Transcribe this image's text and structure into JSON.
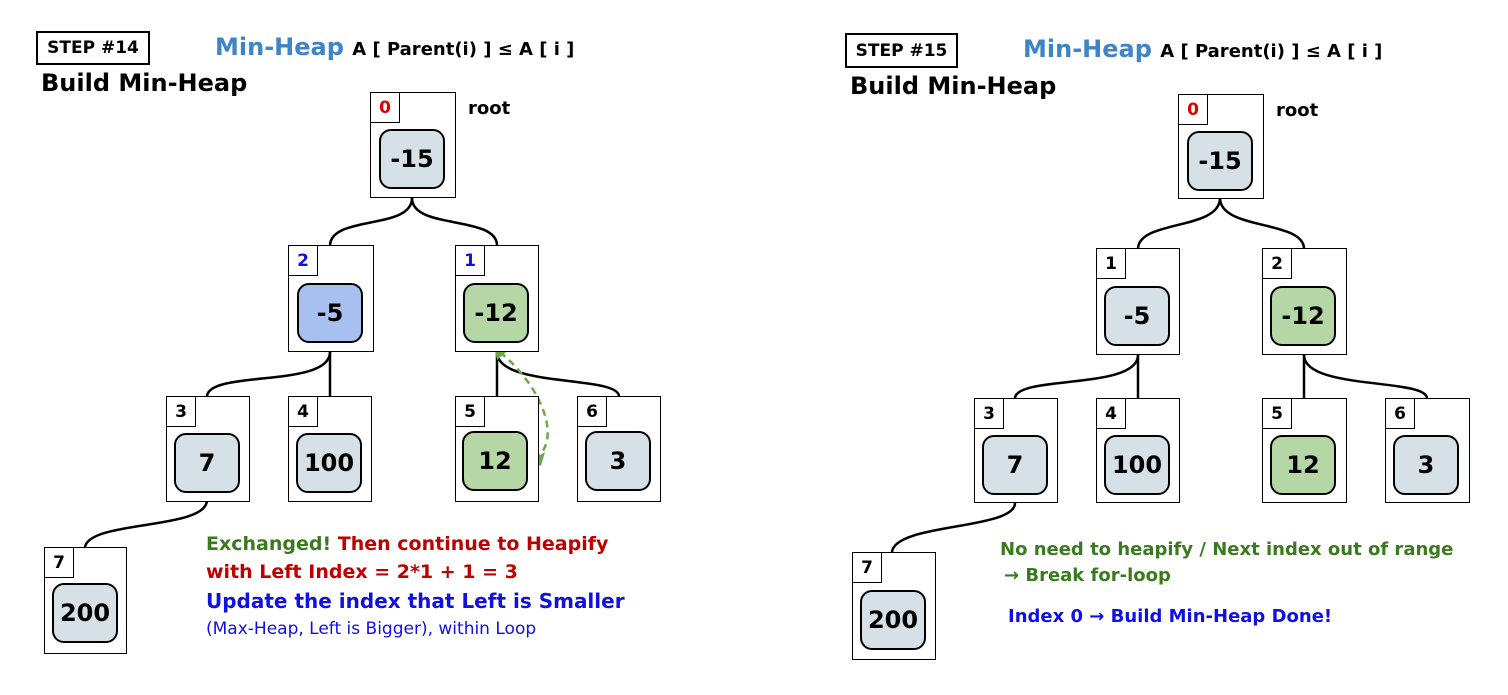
{
  "colors": {
    "title_blue": "#3f84c4",
    "index_red": "#e00000",
    "index_blue": "#1010e0",
    "node_gray": "#d5e1e6",
    "node_blue": "#a8c0f0",
    "node_green": "#b5d7a5",
    "note_green": "#3b7a1e",
    "note_red": "#c00000",
    "note_blue": "#1010e0",
    "arrow_green": "#6aaa4a"
  },
  "left": {
    "step": "STEP #14",
    "title": "Min-Heap",
    "formula": "A [ Parent(i) ] ≤ A [ i ]",
    "subtitle": "Build Min-Heap",
    "root_label": "root",
    "nodes": [
      {
        "index": "0",
        "value": "-15"
      },
      {
        "index": "2",
        "value": "-5"
      },
      {
        "index": "1",
        "value": "-12"
      },
      {
        "index": "3",
        "value": "7"
      },
      {
        "index": "4",
        "value": "100"
      },
      {
        "index": "5",
        "value": "12"
      },
      {
        "index": "6",
        "value": "3"
      },
      {
        "index": "7",
        "value": "200"
      }
    ],
    "note": {
      "exchanged": "Exchanged!",
      "then": "Then continue to Heapify",
      "with": "with Left Index = 2*1 + 1 = 3",
      "update": "Update the index that Left is Smaller",
      "maxheap": "(Max-Heap, Left is Bigger), within Loop"
    }
  },
  "right": {
    "step": "STEP #15",
    "title": "Min-Heap",
    "formula": "A [ Parent(i) ] ≤ A [ i ]",
    "subtitle": "Build Min-Heap",
    "root_label": "root",
    "nodes": [
      {
        "index": "0",
        "value": "-15"
      },
      {
        "index": "1",
        "value": "-5"
      },
      {
        "index": "2",
        "value": "-12"
      },
      {
        "index": "3",
        "value": "7"
      },
      {
        "index": "4",
        "value": "100"
      },
      {
        "index": "5",
        "value": "12"
      },
      {
        "index": "6",
        "value": "3"
      },
      {
        "index": "7",
        "value": "200"
      }
    ],
    "note": {
      "line1": "No need to heapify / Next index out of range",
      "line2": "→ Break for-loop",
      "line3": "Index 0 → Build Min-Heap Done!"
    }
  }
}
